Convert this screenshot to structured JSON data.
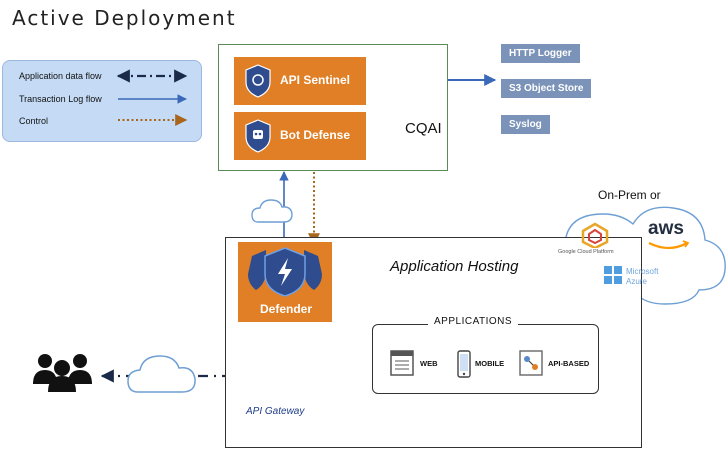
{
  "title": "Active Deployment",
  "legend": {
    "items": [
      {
        "label": "Application data flow"
      },
      {
        "label": "Transaction Log  flow"
      },
      {
        "label": "Control"
      }
    ]
  },
  "cqai": {
    "api_sentinel": "API Sentinel",
    "bot_defense": "Bot Defense",
    "label": "CQAI"
  },
  "outputs": [
    "HTTP Logger",
    "S3 Object Store",
    "Syslog"
  ],
  "cloud_providers": {
    "heading": "On-Prem or",
    "aws": "aws",
    "google": "Google Cloud Platform",
    "azure_1": "Microsoft",
    "azure_2": "Azure"
  },
  "hosting": {
    "label": "Application Hosting",
    "defender": "Defender",
    "gateway": "API Gateway",
    "applications_title": "APPLICATIONS",
    "apps": [
      "WEB",
      "MOBILE",
      "API-BASED"
    ]
  },
  "colors": {
    "orange": "#e07f25",
    "output_box": "#7b93b8",
    "flow_blue": "#3b68b8",
    "control_brown": "#a8651c",
    "gateway_blue": "#3f63ad"
  }
}
